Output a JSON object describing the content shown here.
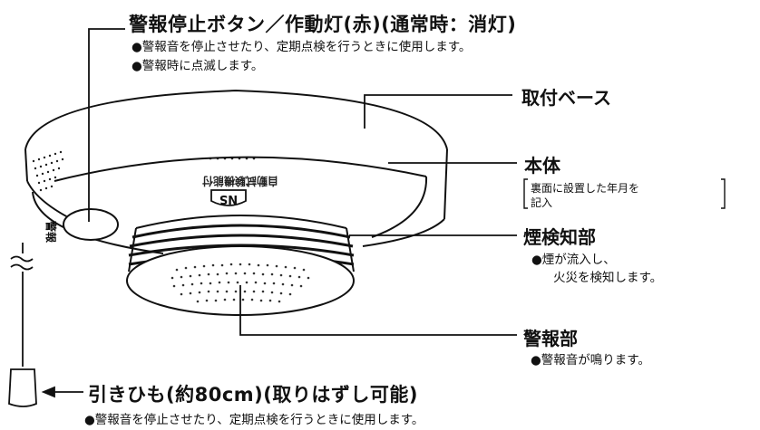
{
  "callouts": {
    "stop_button": {
      "title": "警報停止ボタン／作動灯(赤)(通常時：消灯)",
      "notes": [
        "●警報音を停止させたり、定期点検を行うときに使用します。",
        "●警報時に点滅します。"
      ]
    },
    "base": {
      "title": "取付ベース"
    },
    "body": {
      "title": "本体",
      "note": "裏面に設置した年月を記入",
      "note_line1": "裏面に設置した年月を",
      "note_line2": "記入"
    },
    "smoke": {
      "title": "煙検知部",
      "note_line1": "●煙が流入し、",
      "note_line2": "火災を検知します。"
    },
    "alarm": {
      "title": "警報部",
      "note": "●警報音が鳴ります。"
    },
    "cord": {
      "title": "引きひも(約80cm)(取りはずし可能)",
      "note": "●警報音を停止させたり、定期点検を行うときに使用します。"
    }
  },
  "device": {
    "badge_text": "NS",
    "top_text": "自動試験機能付",
    "button_text": "警報"
  }
}
